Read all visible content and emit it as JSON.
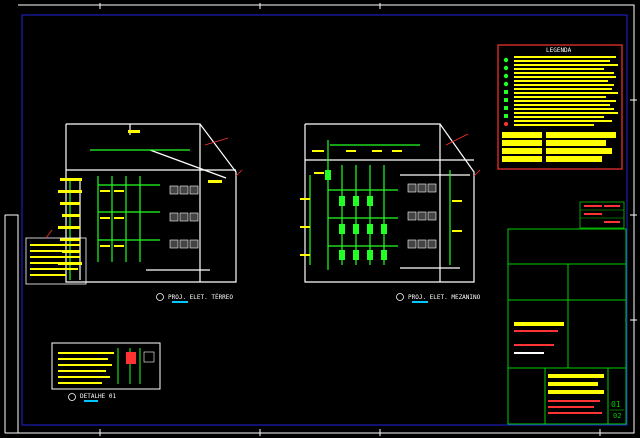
{
  "colors": {
    "background": "#000000",
    "border": "#ffffff",
    "inner_border": "#2222dd",
    "wall": "#ffffff",
    "wiring": "#22ff22",
    "labels": "#ffff00",
    "annotation": "#ff3333",
    "accent_cyan": "#00c8ff",
    "title_block": "#00cc00"
  },
  "views": {
    "ground_floor": {
      "label": "PROJ. ELET. TÉRREO"
    },
    "mezzanine": {
      "label": "PROJ. ELET. MEZANINO"
    },
    "detail": {
      "label": "DETALHE 01"
    }
  },
  "legend": {
    "title": "LEGENDA"
  },
  "title_block": {
    "sheet_number": "01",
    "sheet_total": "02"
  },
  "icons": {
    "wall_outline": "building-outline",
    "wiring_runs": "electrical-wiring",
    "fixtures": "light-fixture-icon"
  }
}
